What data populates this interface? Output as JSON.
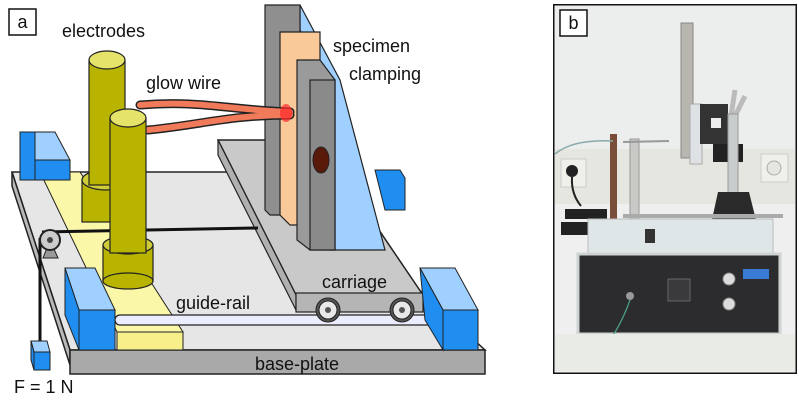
{
  "figure": {
    "panel_a": {
      "tag": "a",
      "labels": {
        "electrodes": "electrodes",
        "glow_wire": "glow wire",
        "specimen_clamping_1": "specimen",
        "specimen_clamping_2": "clamping",
        "carriage": "carriage",
        "guide_rail": "guide-rail",
        "base_plate": "base-plate",
        "force": "F = 1 N"
      }
    },
    "panel_b": {
      "tag": "b",
      "description": "Photograph of glow-wire test apparatus with vertical ruler, specimen holder, electrodes and black control unit"
    },
    "colors": {
      "blue_block": "#1f8ef0",
      "blue_light": "#9fd0ff",
      "electrode": "#b8b400",
      "electrode_top": "#e6e36a",
      "yellow_rail": "#fbf7a8",
      "glow_wire": "#f07a5a",
      "specimen": "#f9c99a",
      "base_gray": "#a9a9a9",
      "plate_light": "#e6e6e6"
    }
  }
}
